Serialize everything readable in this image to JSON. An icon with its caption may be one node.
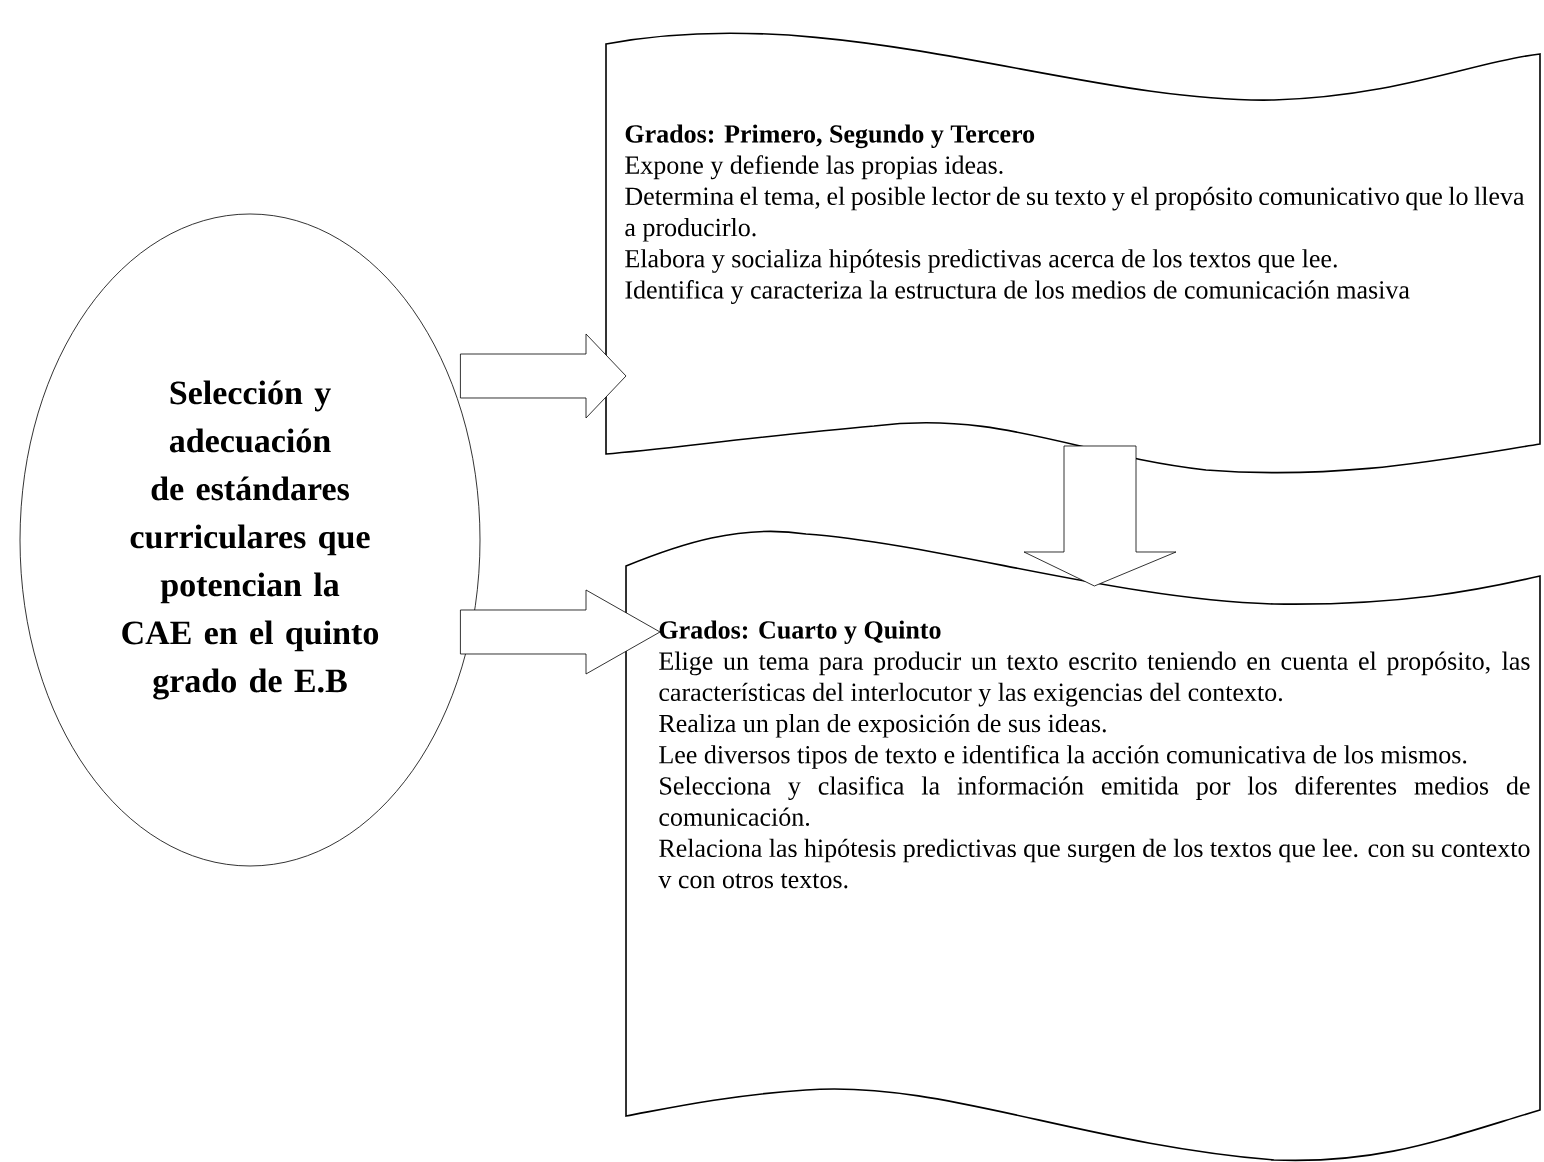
{
  "diagram": {
    "nodes": [
      {
        "text": [
          "Selección y adecuación de estándares curriculares que potencian la CAE en el quinto grado de E.B"
        ]
      },
      {
        "text": [
          "Grados: Primero, Segundo y Tercero",
          "Expone y defiende las propias ideas.",
          "Determina el tema, el posible lector de su texto y el propósito comunicativo que lo lleva a producirlo.",
          "Elabora y socializa hipótesis predictivas acerca de los textos que lee.",
          "Identifica y caracteriza la estructura de los medios de comunicación masiva"
        ]
      },
      {
        "text": [
          "Grados: Cuarto y Quinto",
          "Elige un tema para producir un texto escrito teniendo en cuenta el propósito, las características del interlocutor y las exigencias del contexto.",
          "Realiza un plan de exposición de sus ideas.",
          "Lee diversos tipos de texto e identifica la acción comunicativa de los mismos.",
          "Selecciona y clasifica la información emitida por los diferentes medios de comunicación.",
          "Relaciona las hipótesis predictivas que surgen de los textos que lee. con su contexto v con otros textos."
        ]
      }
    ],
    "edges": [
      {
        "from": 0,
        "to": 1,
        "arrow": "to"
      },
      {
        "from": 0,
        "to": 2,
        "arrow": "to"
      },
      {
        "from": 1,
        "to": 2,
        "arrow": "to"
      }
    ]
  }
}
